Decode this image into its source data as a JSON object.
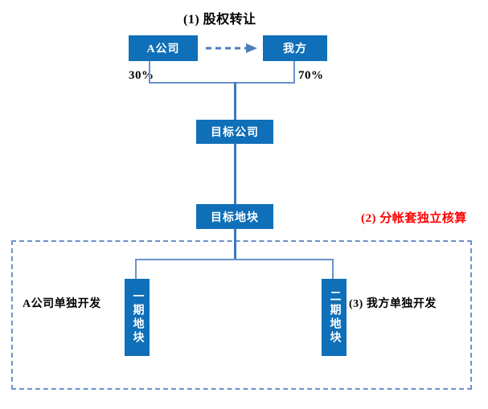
{
  "diagram": {
    "title_top": "(1)  股权转让",
    "annotation_red": "(2)  分帐套独立核算",
    "boxes": {
      "company_a": "A公司",
      "our_side": "我方",
      "target_company": "目标公司",
      "target_land": "目标地块",
      "phase_one": "一期地块",
      "phase_two": "二期地块"
    },
    "equity": {
      "left_percent": "30%",
      "right_percent": "70%"
    },
    "side_labels": {
      "left": "A公司单独开发",
      "right": "(3)  我方单独开发"
    },
    "icons": {
      "transfer_arrow": "dashed-arrow-right-icon"
    },
    "colors": {
      "box_blue": "#0F6FB8",
      "line_blue": "#6A92CC",
      "trunk_blue": "#3C78BE",
      "arrow_blue": "#4A7EBB",
      "annotation_red": "#FF0000",
      "background": "#FFFFFF"
    }
  }
}
